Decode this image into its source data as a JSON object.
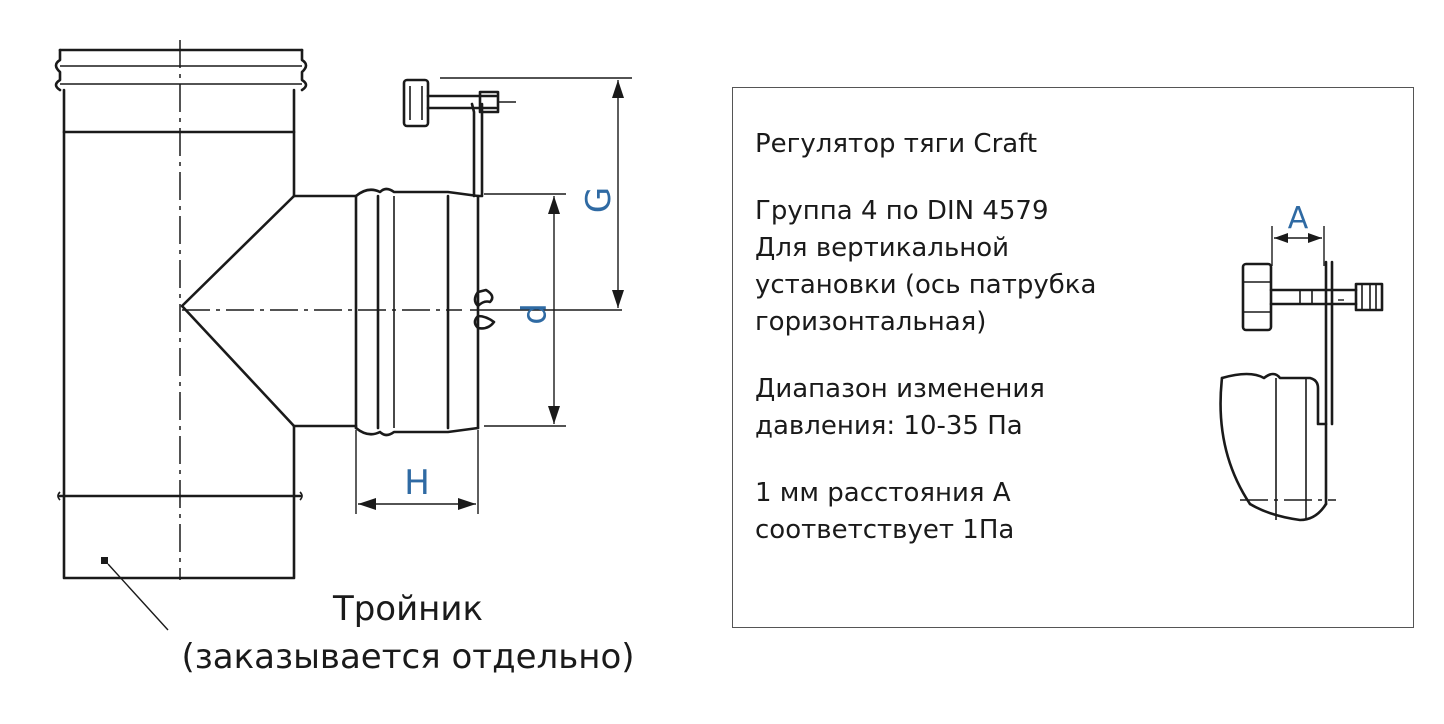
{
  "labels": {
    "g": "G",
    "d": "d",
    "h": "H",
    "a": "A"
  },
  "caption": {
    "line1": "Тройник",
    "line2": "(заказывается отдельно)"
  },
  "info": {
    "title": "Регулятор тяги Craft",
    "group": [
      "Группа 4 по DIN 4579",
      "Для вертикальной",
      "установки (ось патрубка",
      "горизонтальная)"
    ],
    "range": [
      "Диапазон изменения",
      "давления: 10-35 Па"
    ],
    "note": [
      "1 мм расстояния А",
      "соответствует 1Па"
    ]
  }
}
